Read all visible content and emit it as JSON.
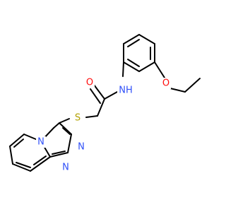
{
  "molecule": {
    "atoms": {
      "oxygen_carbonyl": "O",
      "nitrogen_amide": "NH",
      "oxygen_ether": "O",
      "sulfur": "S",
      "nitrogen_bridge": "N",
      "nitrogen_ring_upper": "N",
      "nitrogen_ring_lower": "N"
    },
    "colors": {
      "carbon": "#000000",
      "oxygen": "#ff0d0d",
      "nitrogen": "#3050f8",
      "sulfur": "#b2a100"
    }
  }
}
